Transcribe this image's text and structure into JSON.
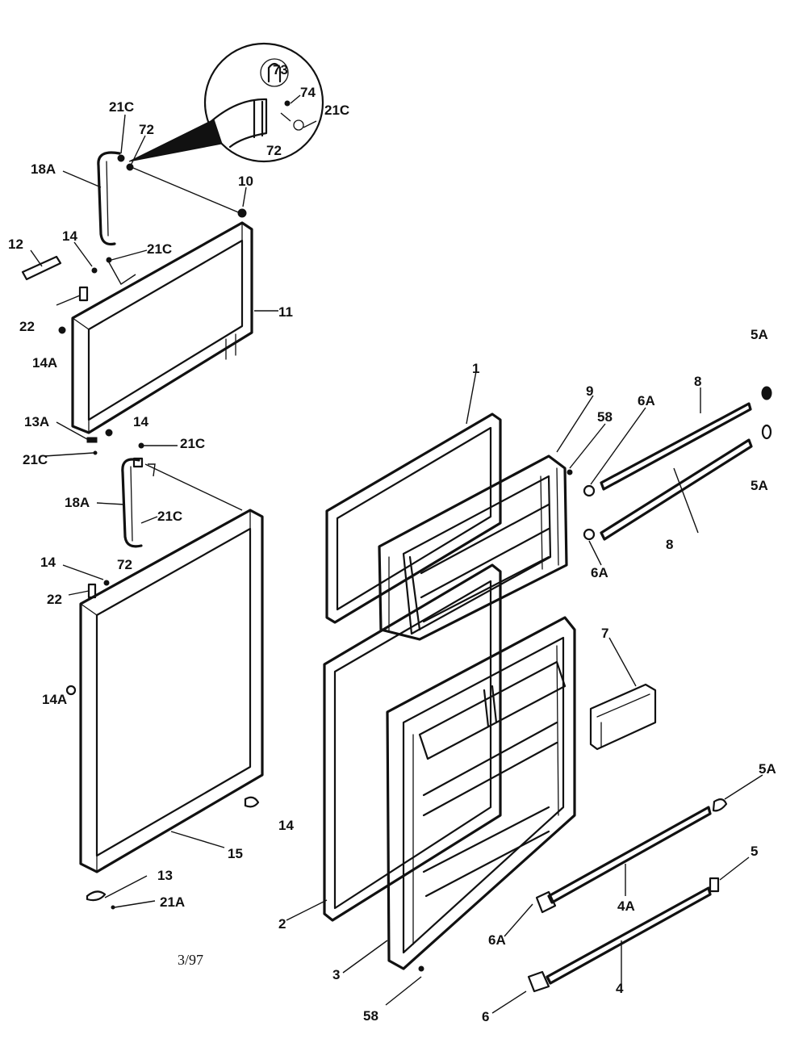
{
  "labels": {
    "l73": "73",
    "l74": "74",
    "l21c_zoom": "21C",
    "l72_zoom": "72",
    "l21c_top": "21C",
    "l72_top": "72",
    "l18a_top": "18A",
    "l10": "10",
    "l12": "12",
    "l14_top": "14",
    "l21c_mid": "21C",
    "l11": "11",
    "l22_top": "22",
    "l14a_top": "14A",
    "l13a": "13A",
    "l14_mid": "14",
    "l21c_left": "21C",
    "l21c_freezer_bot": "21C",
    "l18a_bot": "18A",
    "l21c_bot": "21C",
    "l72_bot": "72",
    "l14_bot": "14",
    "l22_bot": "22",
    "l14a_bot": "14A",
    "l14_right": "14",
    "l15": "15",
    "l13": "13",
    "l21a": "21A",
    "l1": "1",
    "l9": "9",
    "l58_top": "58",
    "l6a_top": "6A",
    "l8_top": "8",
    "l5a_top": "5A",
    "l5a_mid": "5A",
    "l8_bot": "8",
    "l6a_mid": "6A",
    "l7": "7",
    "l2": "2",
    "l3": "3",
    "l5a_bot": "5A",
    "l5": "5",
    "l4a": "4A",
    "l6a_bot": "6A",
    "l4": "4",
    "l6": "6",
    "l58_bot": "58"
  },
  "date_code": "3/97"
}
